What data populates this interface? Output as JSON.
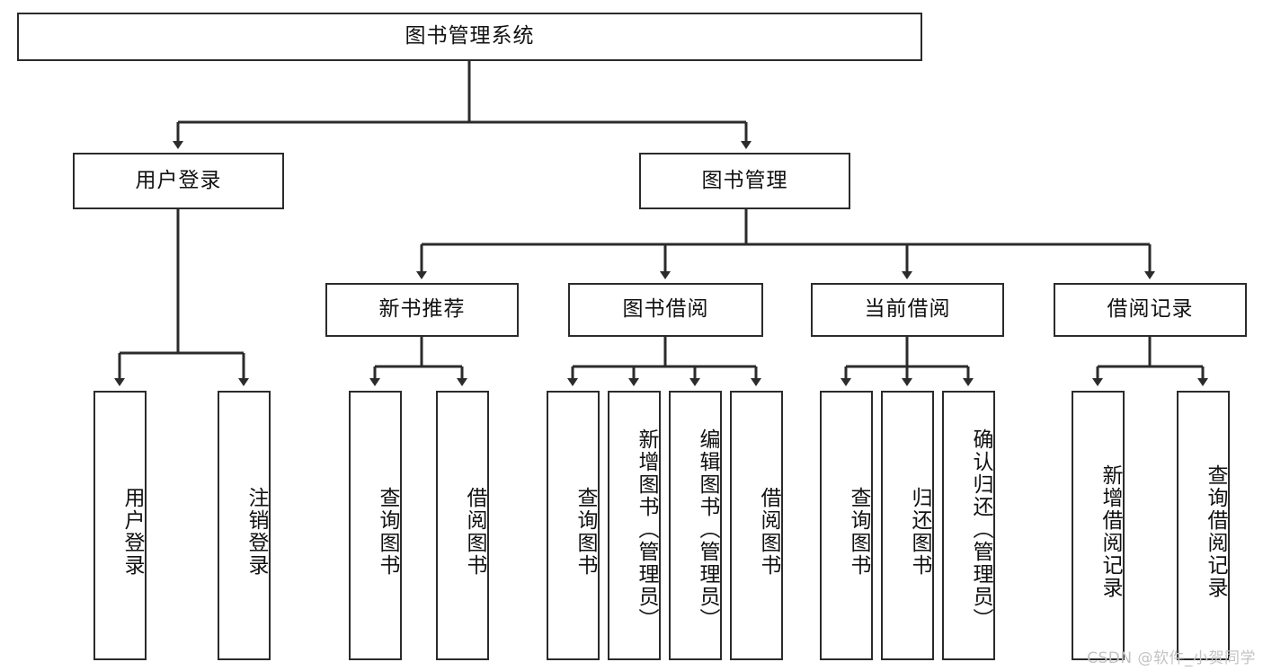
{
  "diagram": {
    "title": "图书管理系统",
    "type": "tree-hierarchy-chart",
    "stroke_color": "#2b2b2b",
    "fill_color": "#ffffff",
    "text_color": "#111111"
  },
  "nodes": {
    "root": {
      "label": "图书管理系统"
    },
    "level2": [
      {
        "label": "用户登录"
      },
      {
        "label": "图书管理"
      }
    ],
    "level3": [
      {
        "label": "新书推荐"
      },
      {
        "label": "图书借阅"
      },
      {
        "label": "当前借阅"
      },
      {
        "label": "借阅记录"
      }
    ],
    "leaves": {
      "user_login": [
        {
          "label": "用户登录"
        },
        {
          "label": "注销登录"
        }
      ],
      "new_book_recommend": [
        {
          "label": "查询图书"
        },
        {
          "label": "借阅图书"
        }
      ],
      "book_borrow": [
        {
          "label": "查询图书"
        },
        {
          "label": "新增图书（管理员）"
        },
        {
          "label": "编辑图书（管理员）"
        },
        {
          "label": "借阅图书"
        }
      ],
      "current_borrow": [
        {
          "label": "查询图书"
        },
        {
          "label": "归还图书"
        },
        {
          "label": "确认归还（管理员）"
        }
      ],
      "borrow_record": [
        {
          "label": "新增借阅记录"
        },
        {
          "label": "查询借阅记录"
        }
      ]
    }
  },
  "watermark": {
    "text": "CSDN @软件_小贺同学"
  }
}
